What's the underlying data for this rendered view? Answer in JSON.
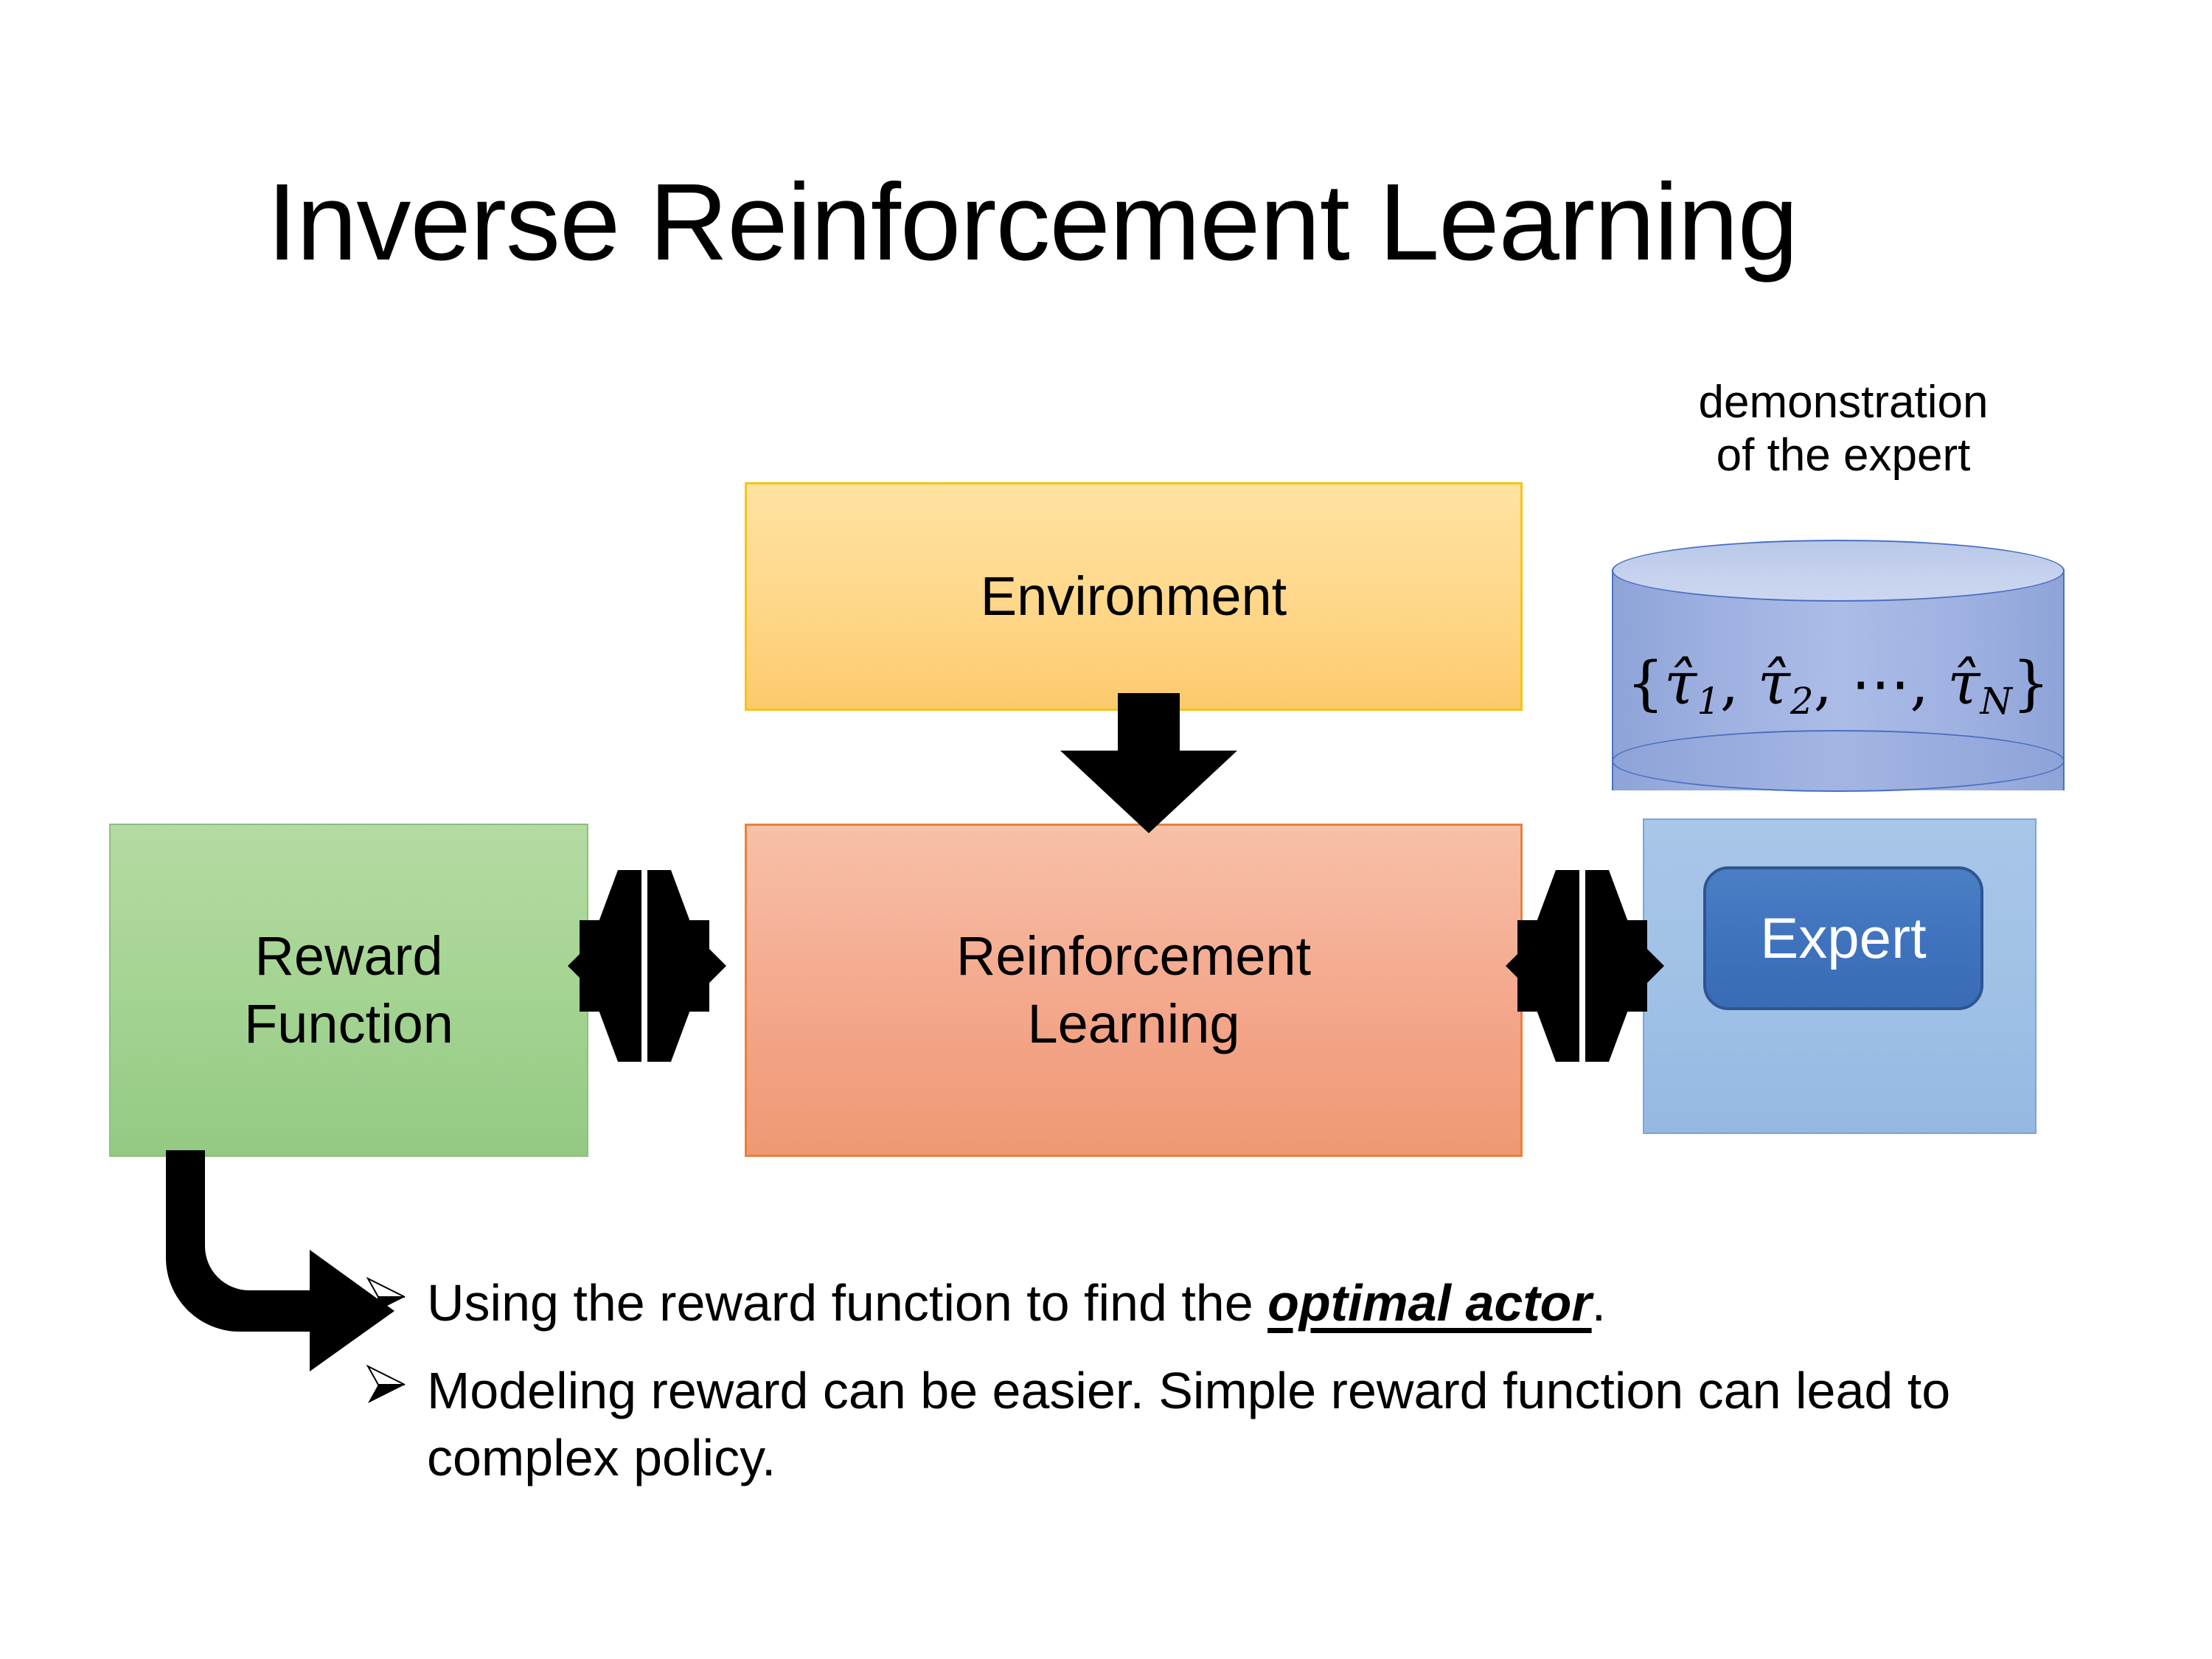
{
  "slide": {
    "title": "Inverse Reinforcement Learning",
    "background_color": "#ffffff"
  },
  "diagram": {
    "environment": {
      "label": "Environment",
      "fill_color": "#ffd88c",
      "border_color": "#f5c31a"
    },
    "reinforcement_learning": {
      "label_line1": "Reinforcement",
      "label_line2": "Learning",
      "fill_color": "#f4a78b",
      "border_color": "#e8813f"
    },
    "reward_function": {
      "label_line1": "Reward",
      "label_line2": "Function",
      "fill_color": "#a3d391",
      "border_color": "#8dc07d"
    },
    "expert_container": {
      "fill_color": "#9fc0e6",
      "border_color": "#7aa6d6"
    },
    "expert": {
      "label": "Expert",
      "fill_color": "#3f72bd",
      "border_color": "#2e5591",
      "text_color": "#ffffff"
    },
    "demonstration": {
      "caption_line1": "demonstration",
      "caption_line2": "of the expert",
      "cylinder_fill_color": "#9db0e0",
      "cylinder_border_color": "#4a6fc0",
      "trajectory_set": {
        "open_brace": "{",
        "tau1": "τ̂",
        "sub1": "1",
        "comma1": ", ",
        "tau2": "τ̂",
        "sub2": "2",
        "comma2": ", ",
        "ellipsis": "⋯",
        "comma3": ", ",
        "tauN": "τ̂",
        "subN": "N",
        "close_brace": "}",
        "full_text": "{τ̂1, τ̂2, ⋯, τ̂N}"
      }
    },
    "connectors": {
      "environment_to_rl": "down-arrow",
      "reward_to_rl": "bidirectional-arrow",
      "rl_to_expert": "bidirectional-arrow",
      "reward_to_bullets": "bent-arrow",
      "arrow_color": "#000000"
    }
  },
  "bullets": [
    {
      "marker": "arrowhead-bullet",
      "text_before": "Using the reward function to find the ",
      "emphasis": "optimal actor",
      "text_after": "."
    },
    {
      "marker": "arrowhead-bullet",
      "text_before": "Modeling reward can be easier. Simple reward function can lead to complex policy.",
      "emphasis": "",
      "text_after": ""
    }
  ]
}
